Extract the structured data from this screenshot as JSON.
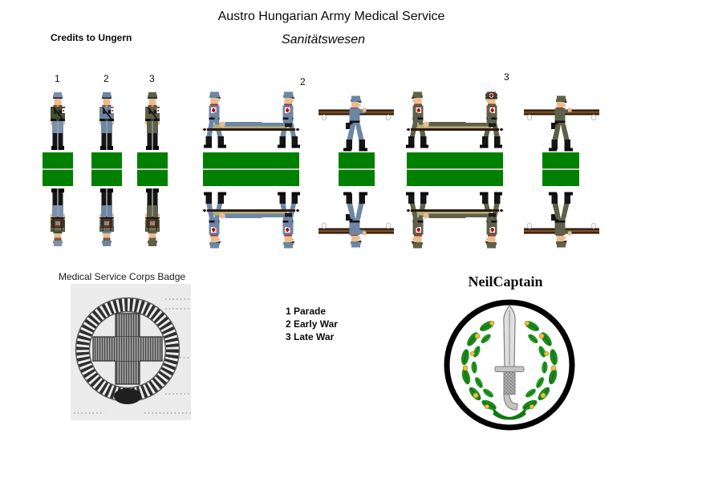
{
  "header": {
    "title": "Austro Hungarian Army Medical Service",
    "subtitle": "Sanitätswesen",
    "credits": "Credits to Ungern"
  },
  "figures": {
    "numbers": [
      "1",
      "2",
      "3"
    ],
    "team_early_number": "2",
    "team_late_number": "3",
    "variants": [
      {
        "number": "1",
        "name": "Parade"
      },
      {
        "number": "2",
        "name": "Early War"
      },
      {
        "number": "3",
        "name": "Late War"
      }
    ]
  },
  "legend": {
    "parade": "1 Parade",
    "early": "2 Early War",
    "late": "3 Late War"
  },
  "badge": {
    "label": "Medical Service Corps Badge"
  },
  "signature": {
    "name": "NeilCaptain"
  },
  "colors": {
    "base_green": "#008000",
    "fold_line": "#c9c9c9",
    "parade_coat": "#3f5231",
    "parade_trousers": "#7b90aa",
    "early_war_uniform": "#6d86a4",
    "late_war_uniform": "#5e6147",
    "skin": "#e9bd92",
    "stretcher_pole": "#2b1a0c",
    "stretcher_canvas": "#b5ad7a",
    "red_cross": "#c00000",
    "wreath_green": "#1e8a1e",
    "acorn_yellow": "#e6c83c",
    "dagger_gray": "#dcdcdc"
  }
}
